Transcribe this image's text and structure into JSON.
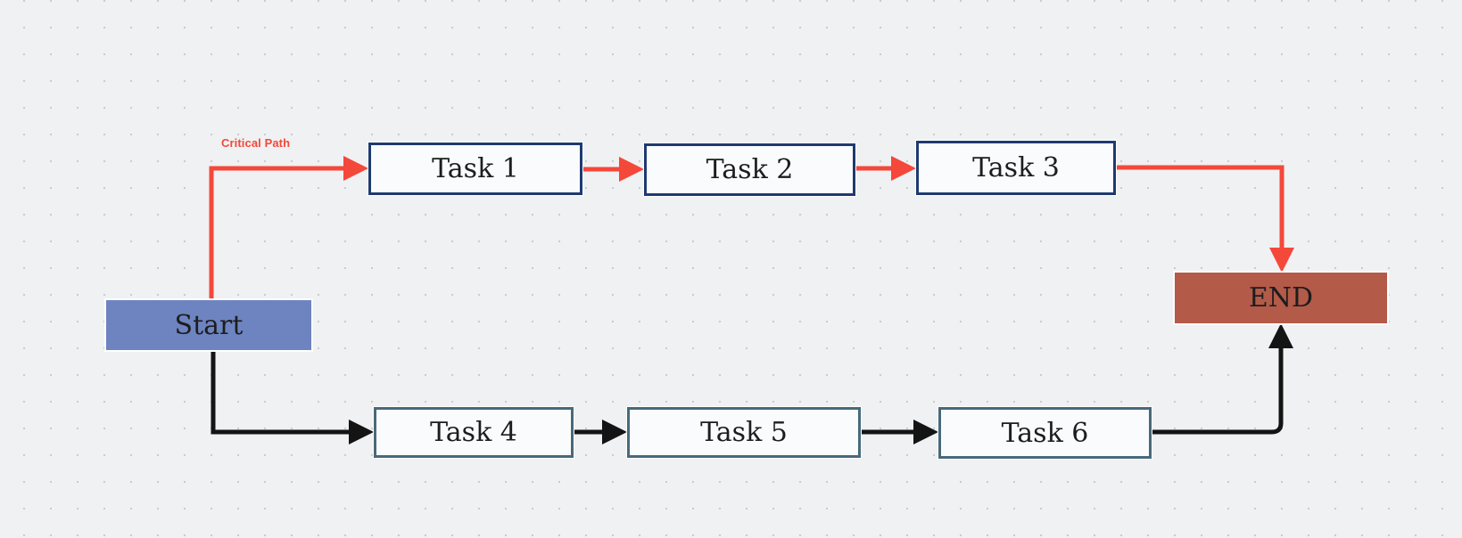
{
  "diagram": {
    "type": "flowchart",
    "description": "Project task flow with critical path highlighted",
    "labels": {
      "critical_path": "Critical Path"
    },
    "nodes": {
      "start": {
        "label": "Start",
        "shape": "rect",
        "role": "start"
      },
      "task1": {
        "label": "Task 1",
        "shape": "rect",
        "role": "task"
      },
      "task2": {
        "label": "Task 2",
        "shape": "rect",
        "role": "task"
      },
      "task3": {
        "label": "Task 3",
        "shape": "rect",
        "role": "task"
      },
      "task4": {
        "label": "Task 4",
        "shape": "rect",
        "role": "task"
      },
      "task5": {
        "label": "Task 5",
        "shape": "rect",
        "role": "task"
      },
      "task6": {
        "label": "Task 6",
        "shape": "rect",
        "role": "task"
      },
      "end": {
        "label": "END",
        "shape": "rect",
        "role": "end"
      }
    },
    "edges": [
      {
        "from": "Start",
        "to": "Task 1",
        "path": "critical"
      },
      {
        "from": "Task 1",
        "to": "Task 2",
        "path": "critical"
      },
      {
        "from": "Task 2",
        "to": "Task 3",
        "path": "critical"
      },
      {
        "from": "Task 3",
        "to": "END",
        "path": "critical"
      },
      {
        "from": "Start",
        "to": "Task 4",
        "path": "normal"
      },
      {
        "from": "Task 4",
        "to": "Task 5",
        "path": "normal"
      },
      {
        "from": "Task 5",
        "to": "Task 6",
        "path": "normal"
      },
      {
        "from": "Task 6",
        "to": "END",
        "path": "normal"
      }
    ],
    "colors": {
      "critical_path": "#f4483a",
      "normal_path": "#141414",
      "task_border_top_row": "#1e3a70",
      "task_border_bottom_row": "#48697a",
      "task_fill": "#fafbfc",
      "start_fill": "#6d84c1",
      "end_fill": "#b45a49",
      "text": "#1d1d1d",
      "canvas_background": "#f0f1f3",
      "grid_dot": "#c9ccd1"
    }
  }
}
